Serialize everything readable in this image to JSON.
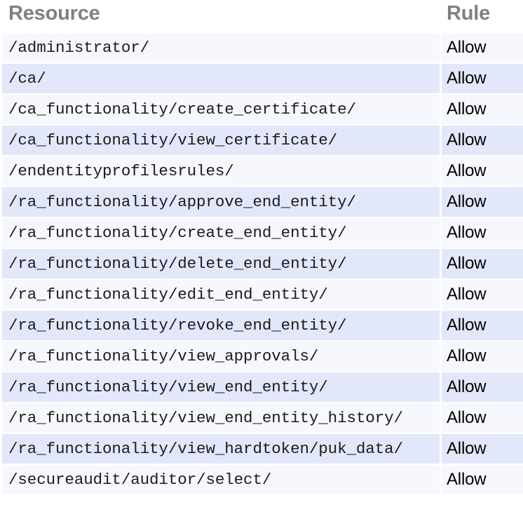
{
  "table": {
    "name": "access-rules",
    "columns": [
      {
        "key": "resource",
        "label": "Resource"
      },
      {
        "key": "rule",
        "label": "Rule"
      }
    ],
    "colors": {
      "header_text": "#808080",
      "row_odd_bg": "#f6f8fd",
      "row_even_bg": "#e2e8fa",
      "cell_text": "#1b1b1b",
      "page_bg": "#ffffff"
    },
    "rows": [
      {
        "resource": "/administrator/",
        "rule": "Allow"
      },
      {
        "resource": "/ca/",
        "rule": "Allow"
      },
      {
        "resource": "/ca_functionality/create_certificate/",
        "rule": "Allow"
      },
      {
        "resource": "/ca_functionality/view_certificate/",
        "rule": "Allow"
      },
      {
        "resource": "/endentityprofilesrules/",
        "rule": "Allow"
      },
      {
        "resource": "/ra_functionality/approve_end_entity/",
        "rule": "Allow"
      },
      {
        "resource": "/ra_functionality/create_end_entity/",
        "rule": "Allow"
      },
      {
        "resource": "/ra_functionality/delete_end_entity/",
        "rule": "Allow"
      },
      {
        "resource": "/ra_functionality/edit_end_entity/",
        "rule": "Allow"
      },
      {
        "resource": "/ra_functionality/revoke_end_entity/",
        "rule": "Allow"
      },
      {
        "resource": "/ra_functionality/view_approvals/",
        "rule": "Allow"
      },
      {
        "resource": "/ra_functionality/view_end_entity/",
        "rule": "Allow"
      },
      {
        "resource": "/ra_functionality/view_end_entity_history/",
        "rule": "Allow"
      },
      {
        "resource": "/ra_functionality/view_hardtoken/puk_data/",
        "rule": "Allow"
      },
      {
        "resource": "/secureaudit/auditor/select/",
        "rule": "Allow"
      }
    ]
  }
}
